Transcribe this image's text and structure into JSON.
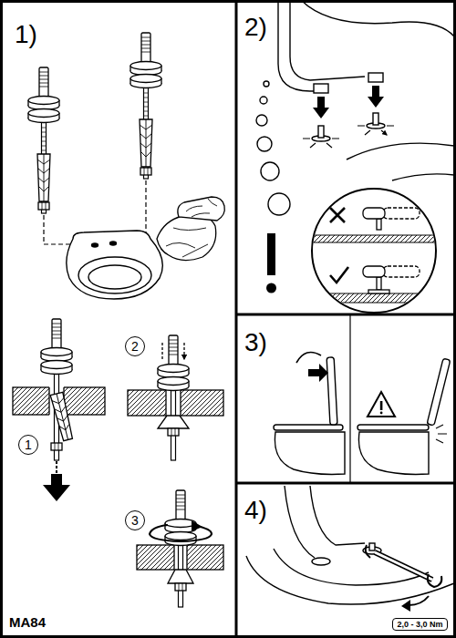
{
  "diagram": {
    "nodes": [
      {
        "text": [
          "1"
        ]
      },
      {
        "text": [
          "2"
        ]
      },
      {
        "text": [
          "3"
        ]
      },
      {
        "text": [
          "2,0 - 3,0 Nm"
        ]
      }
    ],
    "labels": [
      "1)",
      "2)",
      "3)",
      "4)",
      "MA84"
    ]
  }
}
